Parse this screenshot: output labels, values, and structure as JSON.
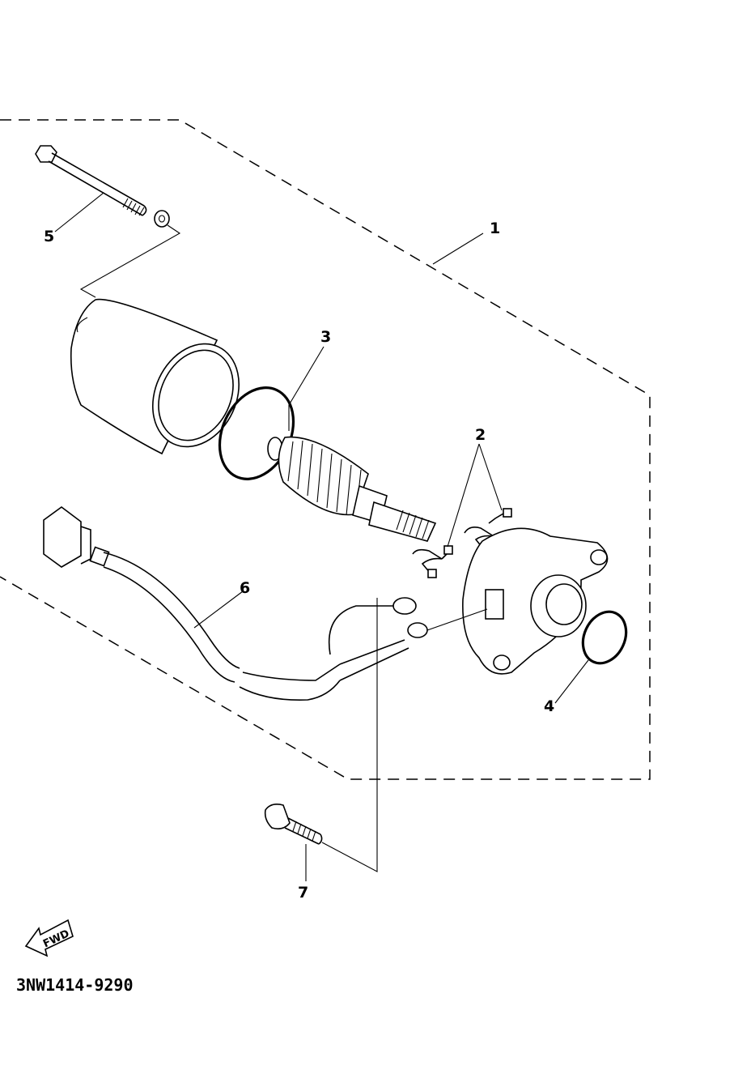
{
  "diagram": {
    "callouts": {
      "item1": "1",
      "item2": "2",
      "item3": "3",
      "item4": "4",
      "item5": "5",
      "item6": "6",
      "item7": "7"
    },
    "direction_badge": "FWD",
    "part_code": "3NW1414-9290"
  }
}
